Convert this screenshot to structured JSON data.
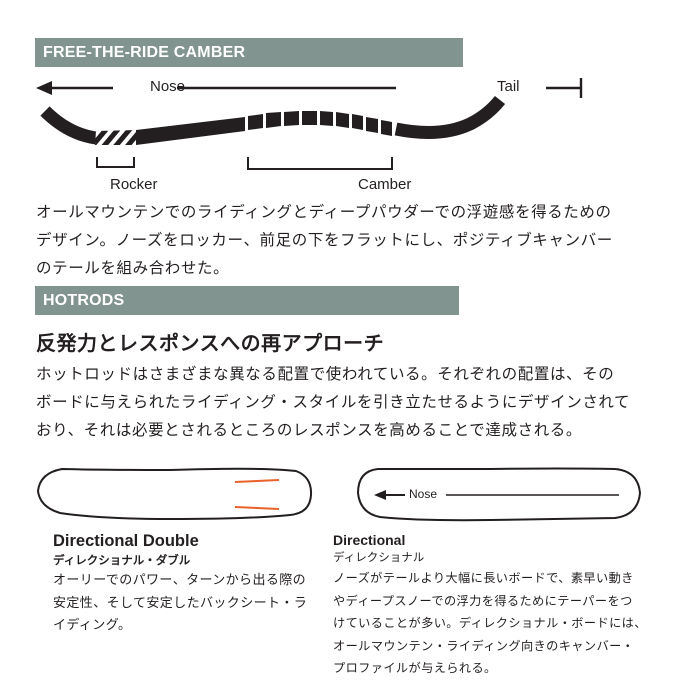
{
  "camber": {
    "section_title": "FREE-THE-RIDE CAMBER",
    "nose_label": "Nose",
    "tail_label": "Tail",
    "rocker_label": "Rocker",
    "camber_label": "Camber",
    "description": [
      "オールマウンテンでのライディングとディープパウダーでの浮遊感を得るための",
      "デザイン。ノーズをロッカー、前足の下をフラットにし、ポジティブキャンバー",
      "のテールを組み合わせた。"
    ]
  },
  "hotrods": {
    "section_title": "HOTRODS",
    "heading": "反発力とレスポンスへの再アプローチ",
    "description": [
      "ホットロッドはさまざまな異なる配置で使われている。それぞれの配置は、その",
      "ボードに与えられたライディング・スタイルを引き立たせるようにデザインされて",
      "おり、それは必要とされるところのレスポンスを高めることで達成される。"
    ]
  },
  "shapes": [
    {
      "title": "Directional Double",
      "subtitle": "ディレクショナル・ダブル",
      "body": [
        "オーリーでのパワー、ターンから出る際の",
        "安定性、そして安定したバックシート・ラ",
        "イディング。"
      ],
      "accent_color": "#e8622a"
    },
    {
      "title": "Directional",
      "subtitle": "ディレクショナル",
      "nose_label": "Nose",
      "body": [
        "ノーズがテールより大幅に長いボードで、素早い動き",
        "やディープスノーでの浮力を得るためにテーパーをつ",
        "けていることが多い。ディレクショナル・ボードには、",
        "オールマウンテン・ライディング向きのキャンバー・",
        "プロファイルが与えられる。"
      ]
    }
  ],
  "colors": {
    "section_bar": "#82948f",
    "ink": "#231f20",
    "hotrod_accent": "#e8622a"
  }
}
